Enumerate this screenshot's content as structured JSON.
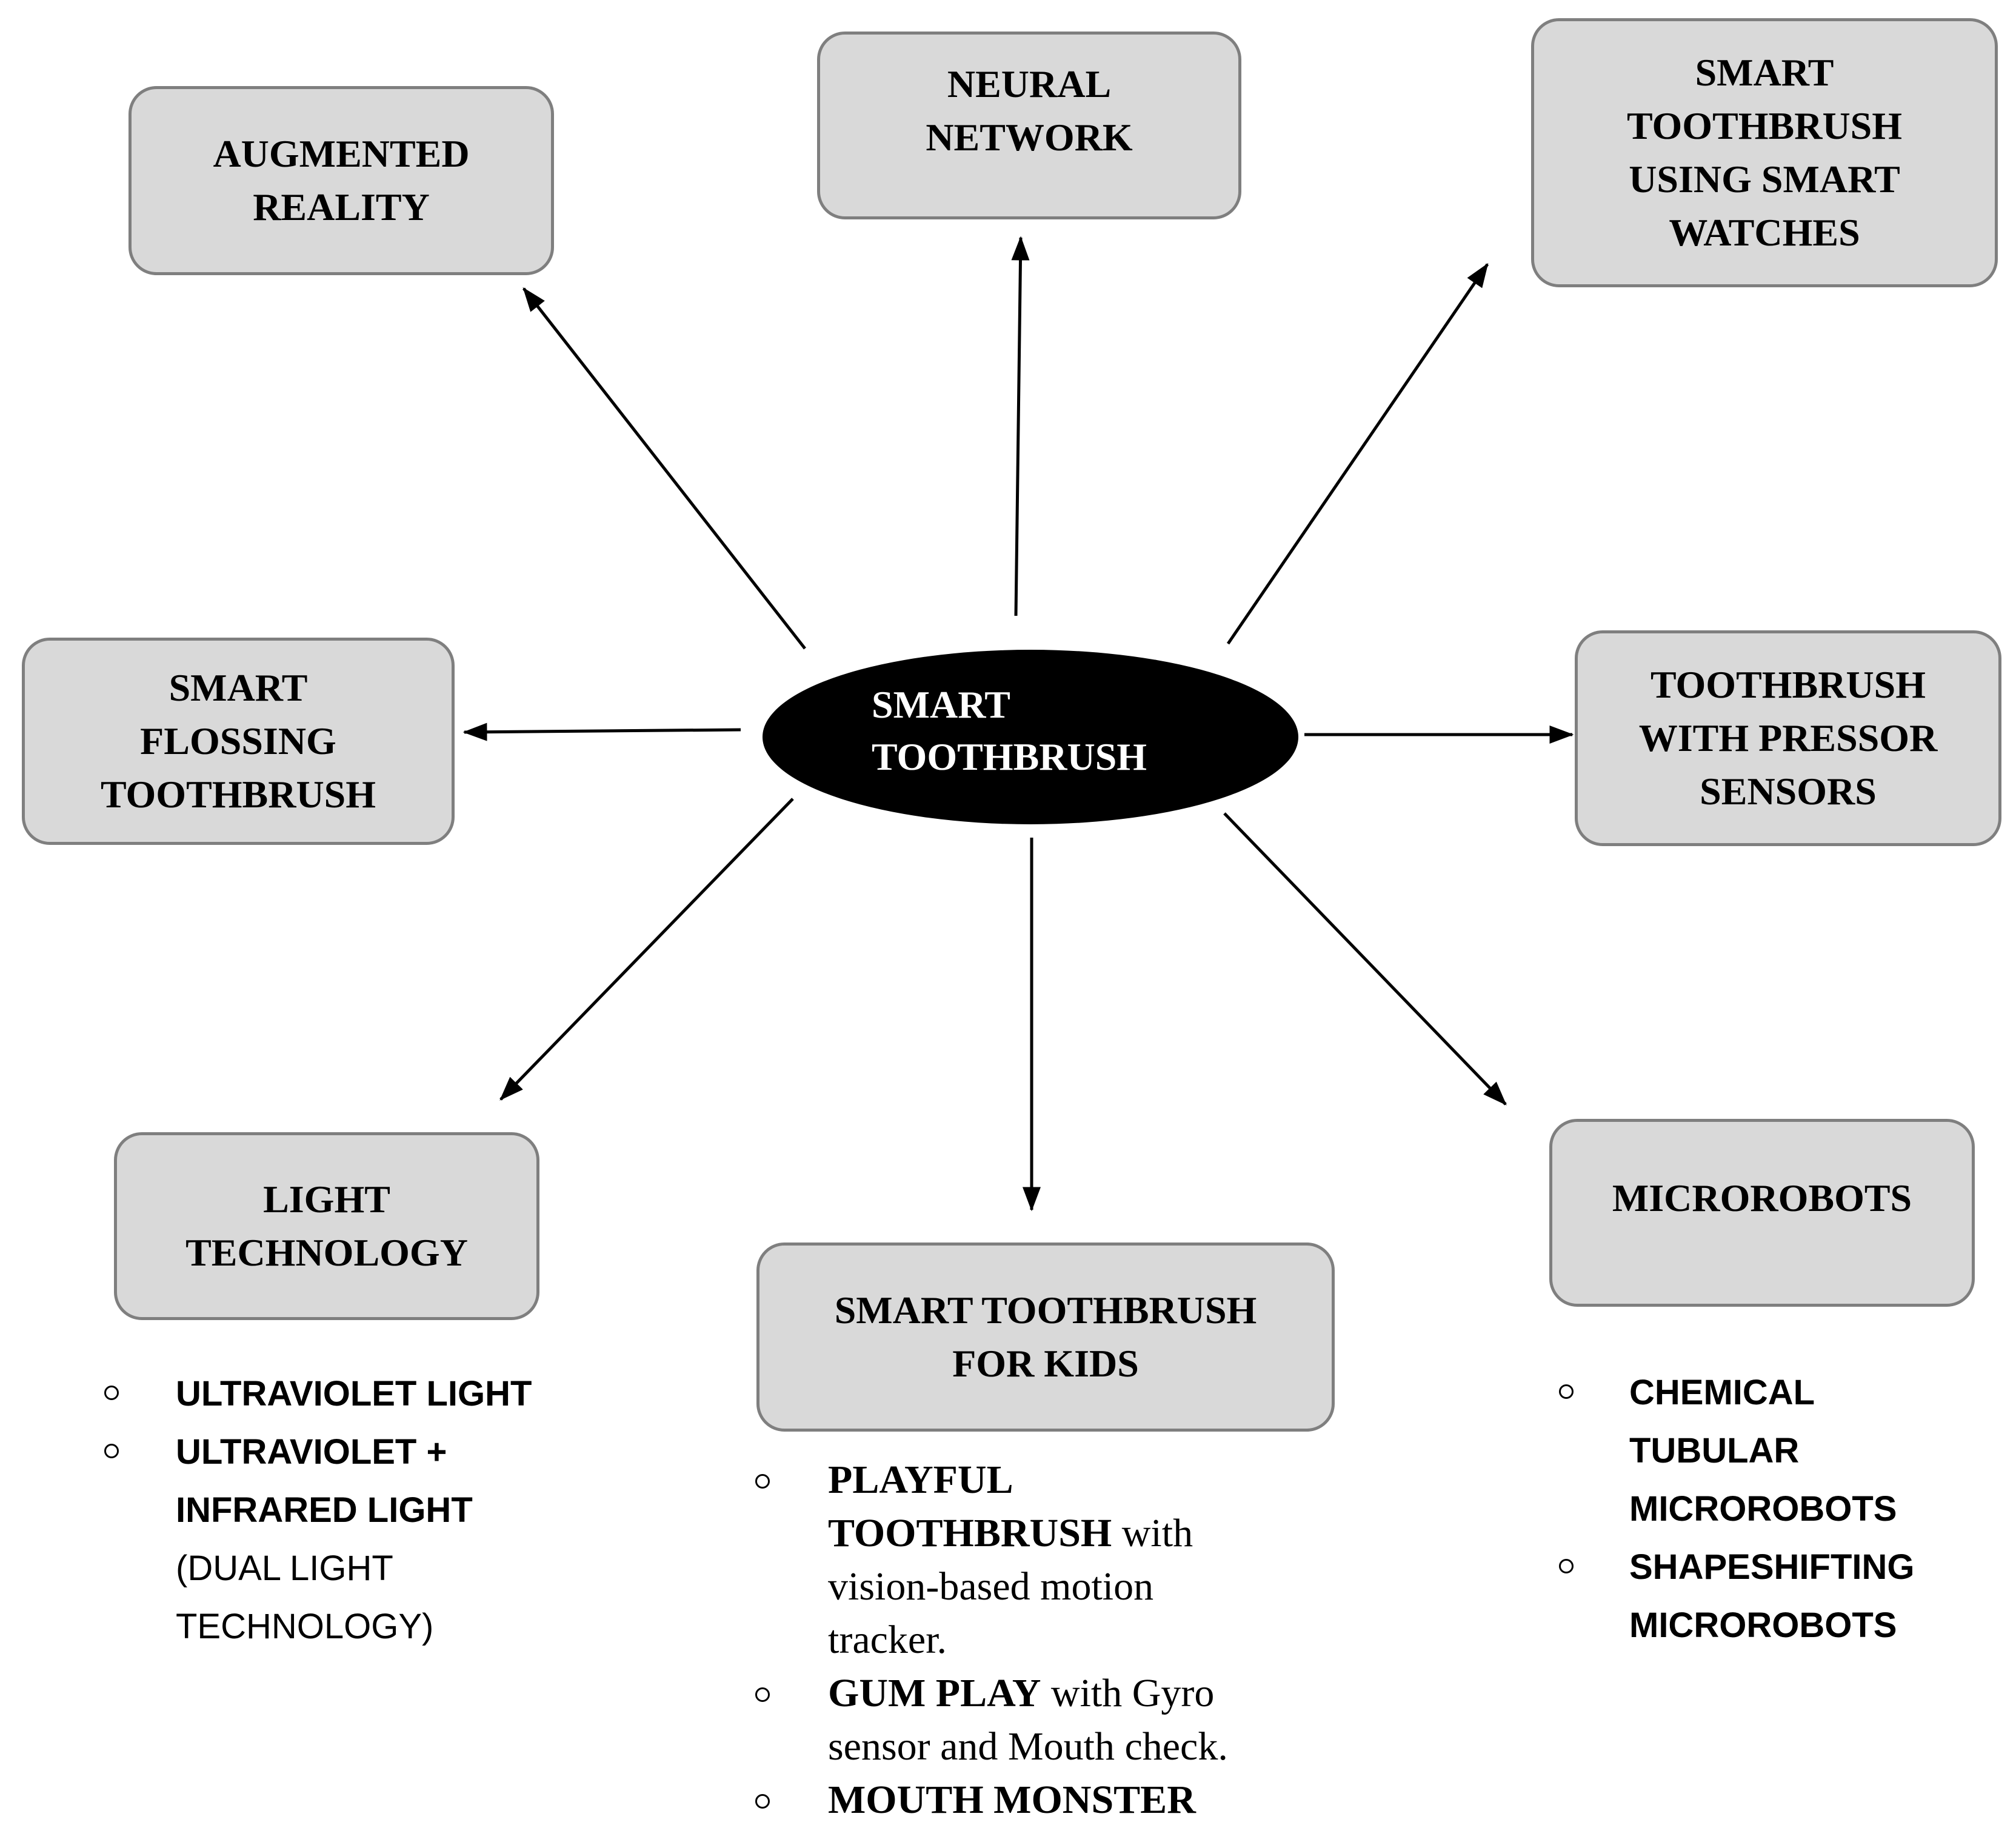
{
  "diagram": {
    "center": {
      "lines": [
        "SMART",
        "TOOTHBRUSH"
      ]
    },
    "branches": [
      {
        "id": "augmented-reality",
        "lines": [
          "AUGMENTED",
          "REALITY"
        ]
      },
      {
        "id": "neural-network",
        "lines": [
          "NEURAL",
          "NETWORK"
        ]
      },
      {
        "id": "smartwatch",
        "lines": [
          "SMART",
          "TOOTHBRUSH",
          "USING SMART",
          "WATCHES"
        ]
      },
      {
        "id": "pressor-sensors",
        "lines": [
          "TOOTHBRUSH",
          "WITH PRESSOR",
          "SENSORS"
        ]
      },
      {
        "id": "microrobots",
        "lines": [
          "MICROROBOTS"
        ]
      },
      {
        "id": "kids",
        "lines": [
          "SMART TOOTHBRUSH",
          "FOR KIDS"
        ]
      },
      {
        "id": "light-technology",
        "lines": [
          "LIGHT",
          "TECHNOLOGY"
        ]
      },
      {
        "id": "flossing",
        "lines": [
          "SMART",
          "FLOSSING",
          "TOOTHBRUSH"
        ]
      }
    ],
    "light_items": [
      {
        "lines": [
          "ULTRAVIOLET LIGHT"
        ]
      },
      {
        "lines": [
          "ULTRAVIOLET +",
          "INFRARED LIGHT"
        ],
        "note_lines": [
          "(DUAL LIGHT",
          "TECHNOLOGY)"
        ]
      }
    ],
    "kids_items": [
      {
        "bold_lines": [
          "PLAYFUL",
          "TOOTHBRUSH"
        ],
        "tail_inline": " with",
        "rest_lines": [
          "vision-based motion",
          "tracker."
        ]
      },
      {
        "bold_lines": [
          "GUM PLAY"
        ],
        "tail_inline": " with Gyro",
        "rest_lines": [
          "sensor and Mouth check."
        ]
      },
      {
        "bold_lines": [
          "MOUTH MONSTER"
        ],
        "tail_inline": "",
        "rest_lines": []
      }
    ],
    "micro_items": [
      {
        "lines": [
          "CHEMICAL",
          "TUBULAR",
          "MICROROBOTS"
        ]
      },
      {
        "lines": [
          "SHAPESHIFTING",
          "MICROROBOTS"
        ]
      }
    ]
  }
}
